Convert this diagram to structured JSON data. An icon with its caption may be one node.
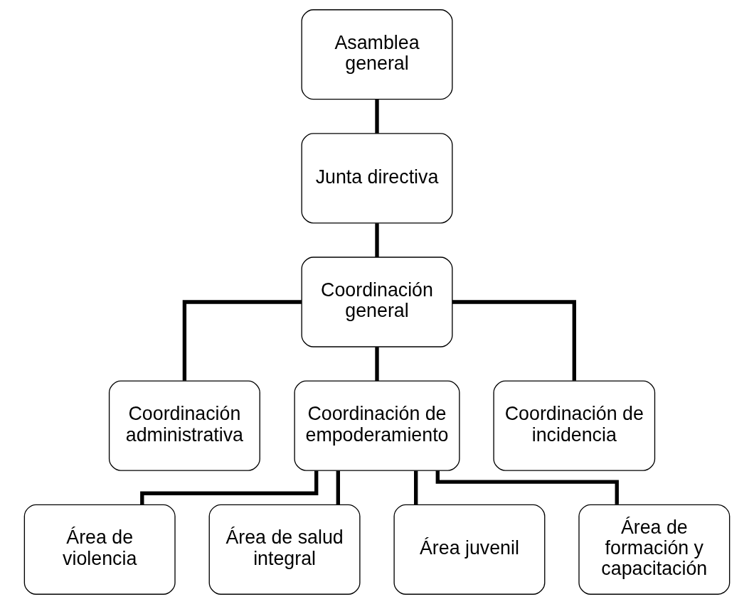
{
  "diagram": {
    "nodes": [
      {
        "text": [
          "Asamblea general"
        ]
      },
      {
        "text": [
          "Junta directiva"
        ]
      },
      {
        "text": [
          "Coordinación general"
        ]
      },
      {
        "text": [
          "Coordinación administrativa"
        ]
      },
      {
        "text": [
          "Coordinación de empoderamiento"
        ]
      },
      {
        "text": [
          "Coordinación de incidencia"
        ]
      },
      {
        "text": [
          "Área de violencia"
        ]
      },
      {
        "text": [
          "Área de salud integral"
        ]
      },
      {
        "text": [
          "Área juvenil"
        ]
      },
      {
        "text": [
          "Área de formación y capacitación"
        ]
      }
    ],
    "edges": [
      {
        "from": 0,
        "to": 1,
        "arrow": "none"
      },
      {
        "from": 1,
        "to": 2,
        "arrow": "none"
      },
      {
        "from": 2,
        "to": 3,
        "arrow": "none"
      },
      {
        "from": 2,
        "to": 4,
        "arrow": "none"
      },
      {
        "from": 2,
        "to": 5,
        "arrow": "none"
      },
      {
        "from": 4,
        "to": 6,
        "arrow": "none"
      },
      {
        "from": 4,
        "to": 7,
        "arrow": "none"
      },
      {
        "from": 4,
        "to": 8,
        "arrow": "none"
      },
      {
        "from": 4,
        "to": 9,
        "arrow": "none"
      }
    ]
  }
}
